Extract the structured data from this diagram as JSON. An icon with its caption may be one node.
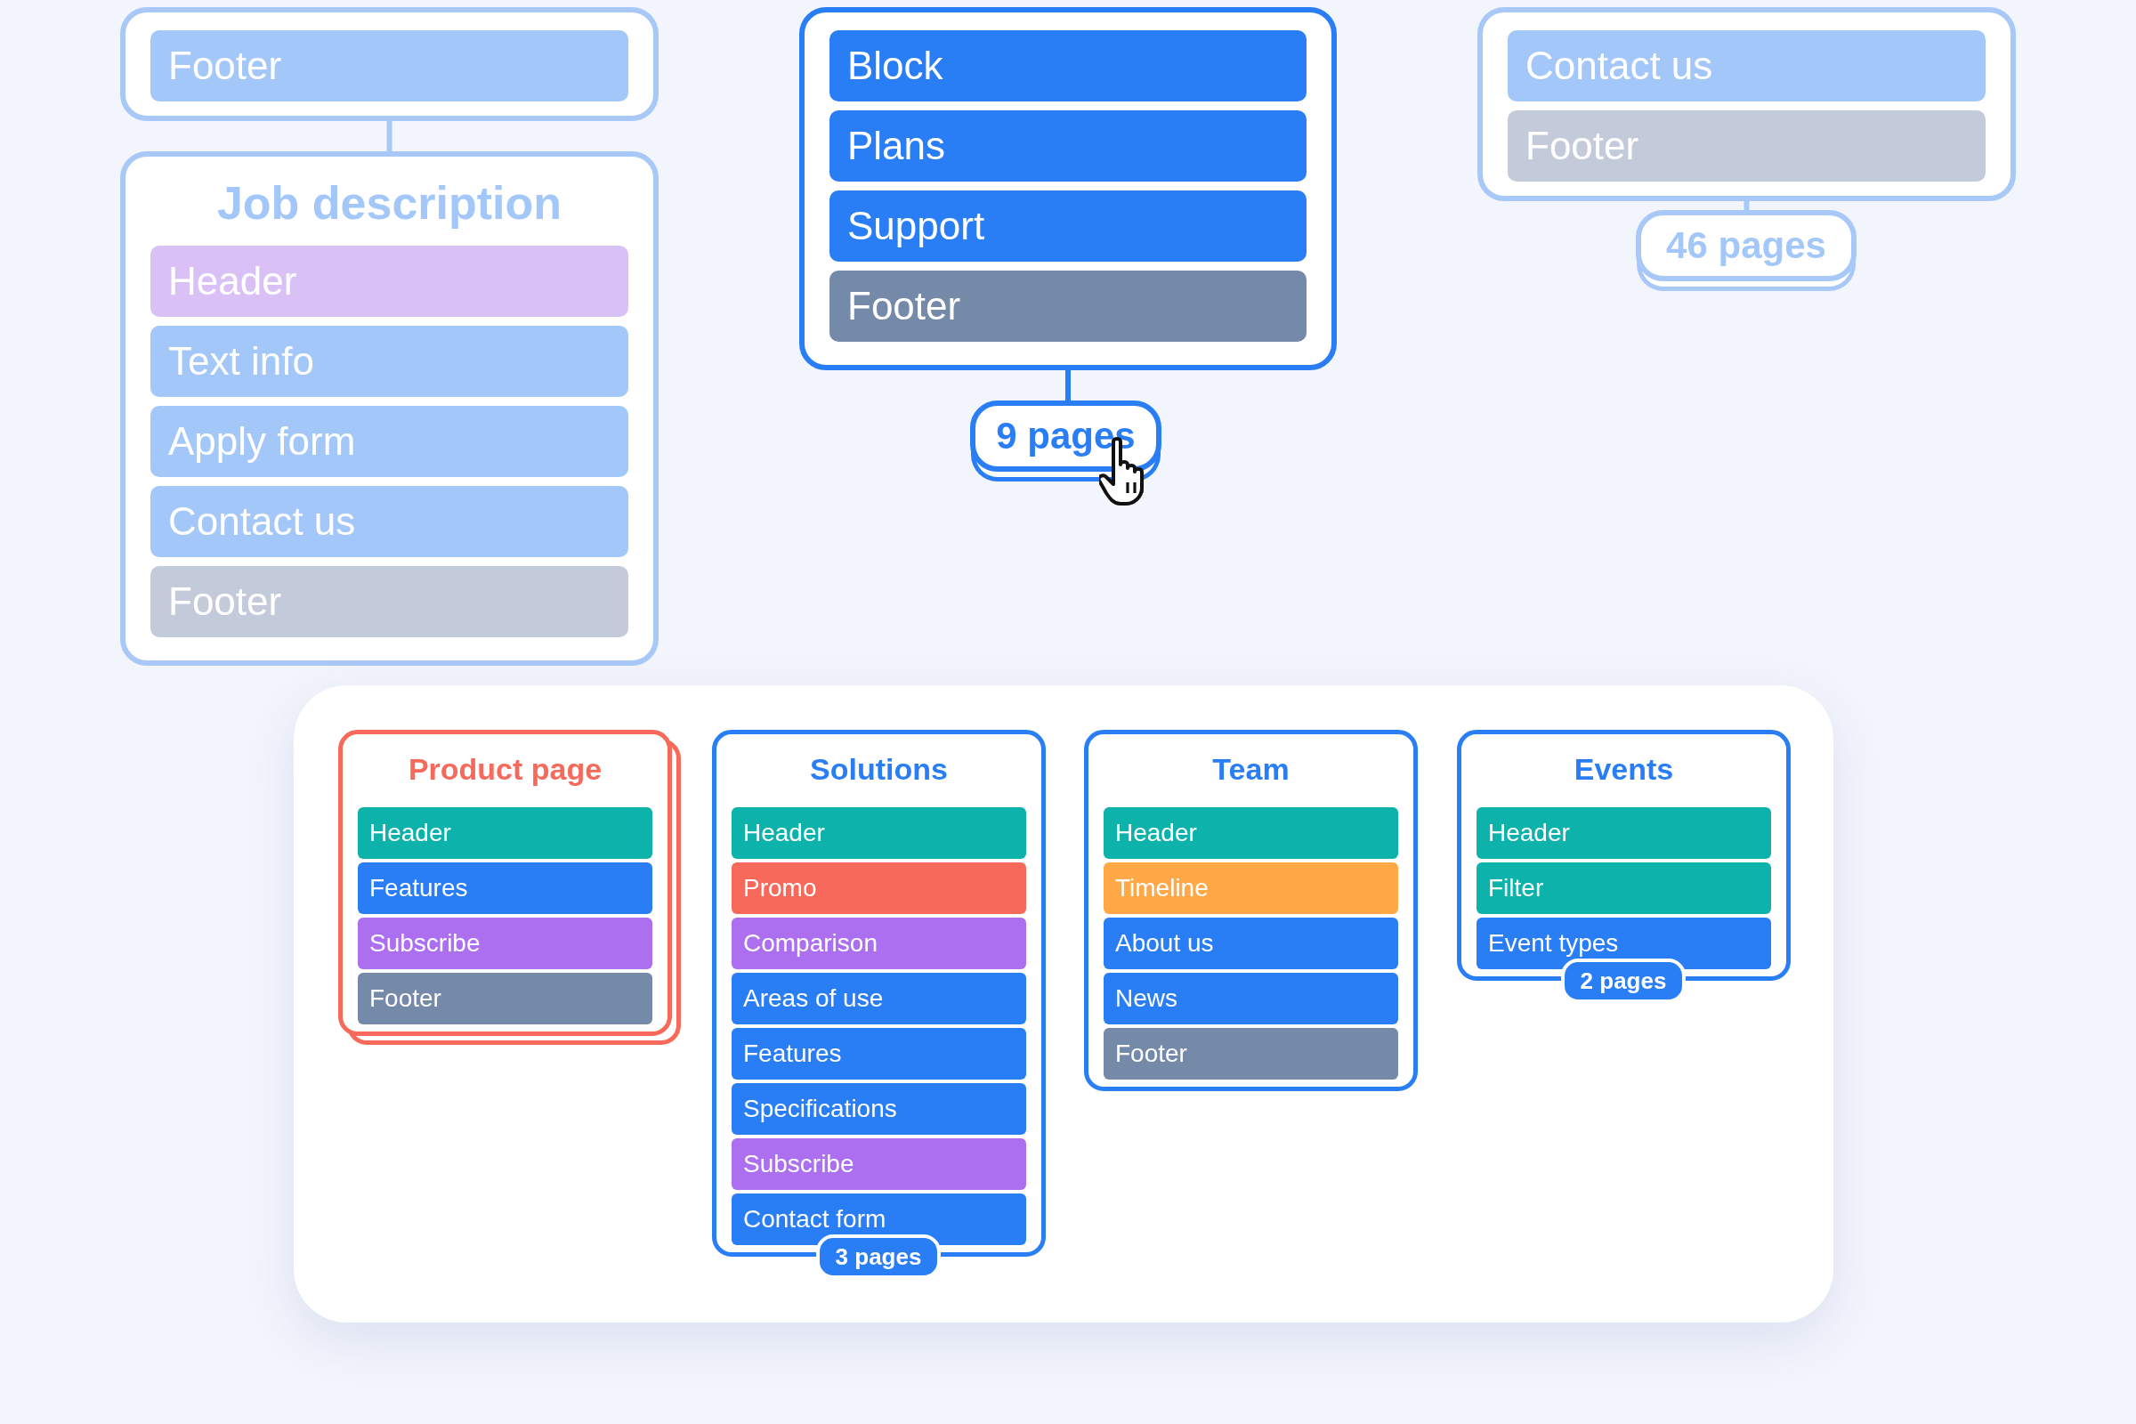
{
  "diagram": {
    "nodes": [
      {
        "text": [],
        "shape": "box"
      },
      {
        "text": [
          "Footer"
        ],
        "in": 0
      },
      {
        "text": [
          "Job description"
        ]
      },
      {
        "text": [
          "Header"
        ],
        "in": 2
      },
      {
        "text": [
          "Text info"
        ],
        "in": 2
      },
      {
        "text": [
          "Apply form"
        ],
        "in": 2
      },
      {
        "text": [
          "Contact us"
        ],
        "in": 2
      },
      {
        "text": [
          "Footer"
        ],
        "in": 2
      },
      {
        "text": [],
        "shape": "box"
      },
      {
        "text": [
          "Block"
        ],
        "in": 8
      },
      {
        "text": [
          "Plans"
        ],
        "in": 8
      },
      {
        "text": [
          "Support"
        ],
        "in": 8
      },
      {
        "text": [
          "Footer"
        ],
        "in": 8
      },
      {
        "text": [],
        "shape": "box"
      },
      {
        "text": [
          "Contact us"
        ],
        "in": 13
      },
      {
        "text": [
          "Footer"
        ],
        "in": 13
      },
      {
        "text": [
          "9 pages"
        ]
      },
      {
        "text": [
          "46 pages"
        ]
      },
      {
        "text": [],
        "shape": "box"
      },
      {
        "text": [
          "Product page"
        ],
        "in": 18
      },
      {
        "text": [
          "Header"
        ],
        "in": 19
      },
      {
        "text": [
          "Features"
        ],
        "in": 19
      },
      {
        "text": [
          "Subscribe"
        ],
        "in": 19
      },
      {
        "text": [
          "Footer"
        ],
        "in": 19
      },
      {
        "text": [
          "Solutions"
        ],
        "in": 18
      },
      {
        "text": [
          "Header"
        ],
        "in": 24
      },
      {
        "text": [
          "Promo"
        ],
        "in": 24
      },
      {
        "text": [
          "Comparison"
        ],
        "in": 24
      },
      {
        "text": [
          "Areas of use"
        ],
        "in": 24
      },
      {
        "text": [
          "Features"
        ],
        "in": 24
      },
      {
        "text": [
          "Specifications"
        ],
        "in": 24
      },
      {
        "text": [
          "Subscribe"
        ],
        "in": 24
      },
      {
        "text": [
          "Contact form"
        ],
        "in": 24
      },
      {
        "text": [
          "3 pages"
        ],
        "in": 18
      },
      {
        "text": [
          "Team"
        ],
        "in": 18
      },
      {
        "text": [
          "Header"
        ],
        "in": 34
      },
      {
        "text": [
          "Timeline"
        ],
        "in": 34
      },
      {
        "text": [
          "About us"
        ],
        "in": 34
      },
      {
        "text": [
          "News"
        ],
        "in": 34
      },
      {
        "text": [
          "Footer"
        ],
        "in": 34
      },
      {
        "text": [
          "Events"
        ],
        "in": 18
      },
      {
        "text": [
          "Header"
        ],
        "in": 40
      },
      {
        "text": [
          "Filter"
        ],
        "in": 40
      },
      {
        "text": [
          "Event types"
        ],
        "in": 40
      },
      {
        "text": [
          "2 pages"
        ],
        "in": 18
      }
    ],
    "edges": [
      {
        "from": 0,
        "to": 2,
        "arrow": "none"
      },
      {
        "from": 8,
        "to": 16,
        "arrow": "none",
        "color": "#2a7ef5"
      },
      {
        "from": 13,
        "to": 17,
        "arrow": "none"
      }
    ]
  }
}
